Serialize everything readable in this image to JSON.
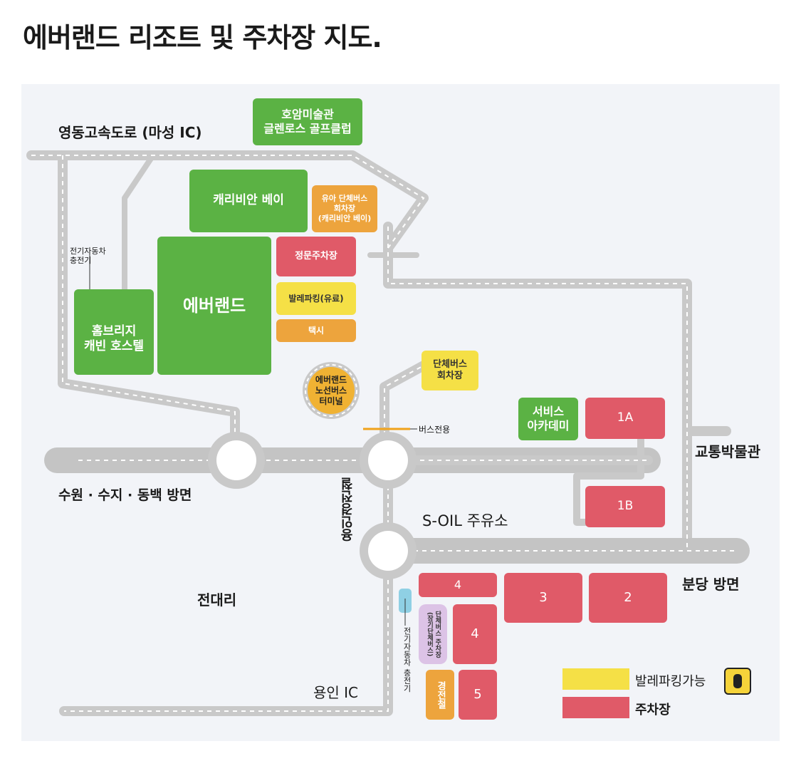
{
  "title": "에버랜드 리조트 및 주차장 지도.",
  "map": {
    "labels": {
      "highway": "영동고속도로 (마성 IC)",
      "ev_charger_north": "전기자동차\n충전기",
      "bus_only": "버스전용",
      "suwon": "수원 · 수지 · 동백 방면",
      "transport_museum": "교통박물관",
      "soil": "S-OIL 주유소",
      "bundang": "분당 방면",
      "jeondae": "전대리",
      "yongin_ic": "용인 IC",
      "gyeongwon": "용인경전철",
      "ev_charger_south": "전기자동차 충전기"
    },
    "places": {
      "hoam": "호암미술관\n글렌로스 골프클럽",
      "caribbean": "캐리비안 베이",
      "kids_bus": "유아 단체버스\n회차장\n(캐리비안 베이)",
      "main_parking": "정문주차장",
      "valet_paid": "발레파킹(유료)",
      "taxi": "택시",
      "everland": "에버랜드",
      "homebridge": "홈브리지\n캐빈 호스텔",
      "bus_terminal": "에버랜드\n노선버스\n터미널",
      "group_bus": "단체버스\n회차장",
      "service_academy": "서비스\n아카데미",
      "p1a": "1A",
      "p1b": "1B",
      "p4a": "4",
      "p3": "3",
      "p2": "2",
      "p4b": "4",
      "p5": "5",
      "group_bus_parking": "단체버스 주차장\n(장기단체버스)",
      "gyeongjeonchul": "경전철"
    },
    "legend": {
      "valet": "발레파킹가능",
      "parking": "주차장"
    },
    "colors": {
      "green": "#5bb244",
      "red": "#e05a68",
      "orange": "#eda43d",
      "yellow": "#f5e046",
      "road": "#c9c9c9"
    }
  }
}
